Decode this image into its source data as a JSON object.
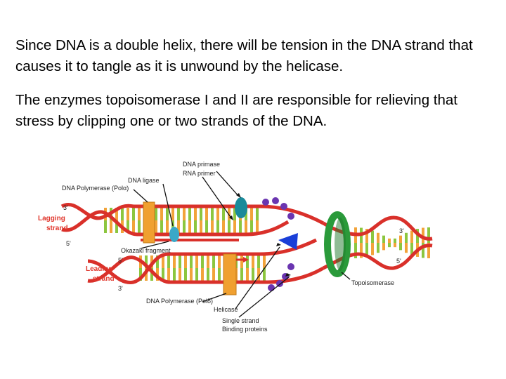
{
  "text": {
    "paragraph1": "Since DNA is a double helix, there will be tension in the DNA strand that causes it to tangle as it is unwound by the helicase.",
    "paragraph2": "The enzymes topoisomerase I and II are responsible for relieving that stress by clipping one or two strands of the DNA."
  },
  "diagram": {
    "labels": {
      "dna_primase": "DNA primase",
      "rna_primer": "RNA primer",
      "dna_ligase": "DNA ligase",
      "dna_pol_alpha": "DNA Polymerase (Polα)",
      "lagging_1": "Lagging",
      "lagging_2": "strand",
      "leading_1": "Leading",
      "leading_2": "strand",
      "okazaki": "Okazaki fragment",
      "dna_pol_delta": "DNA Polymerase (Polδ)",
      "helicase": "Helicase",
      "ssb_1": "Single strand",
      "ssb_2": "Binding proteins",
      "topoisomerase": "Topoisomerase",
      "three_prime": "3'",
      "five_prime": "5'"
    },
    "colors": {
      "backbone": "#d9302a",
      "base_green": "#8cc63f",
      "base_orange": "#f2a33a",
      "polymerase": "#f0a030",
      "primase": "#1a8a9a",
      "ligase": "#3aa8c8",
      "topoisomerase": "#2a9a3a",
      "helicase": "#1a3fd8",
      "ssb": "#6a35b0",
      "label_red": "#e0362c"
    }
  }
}
